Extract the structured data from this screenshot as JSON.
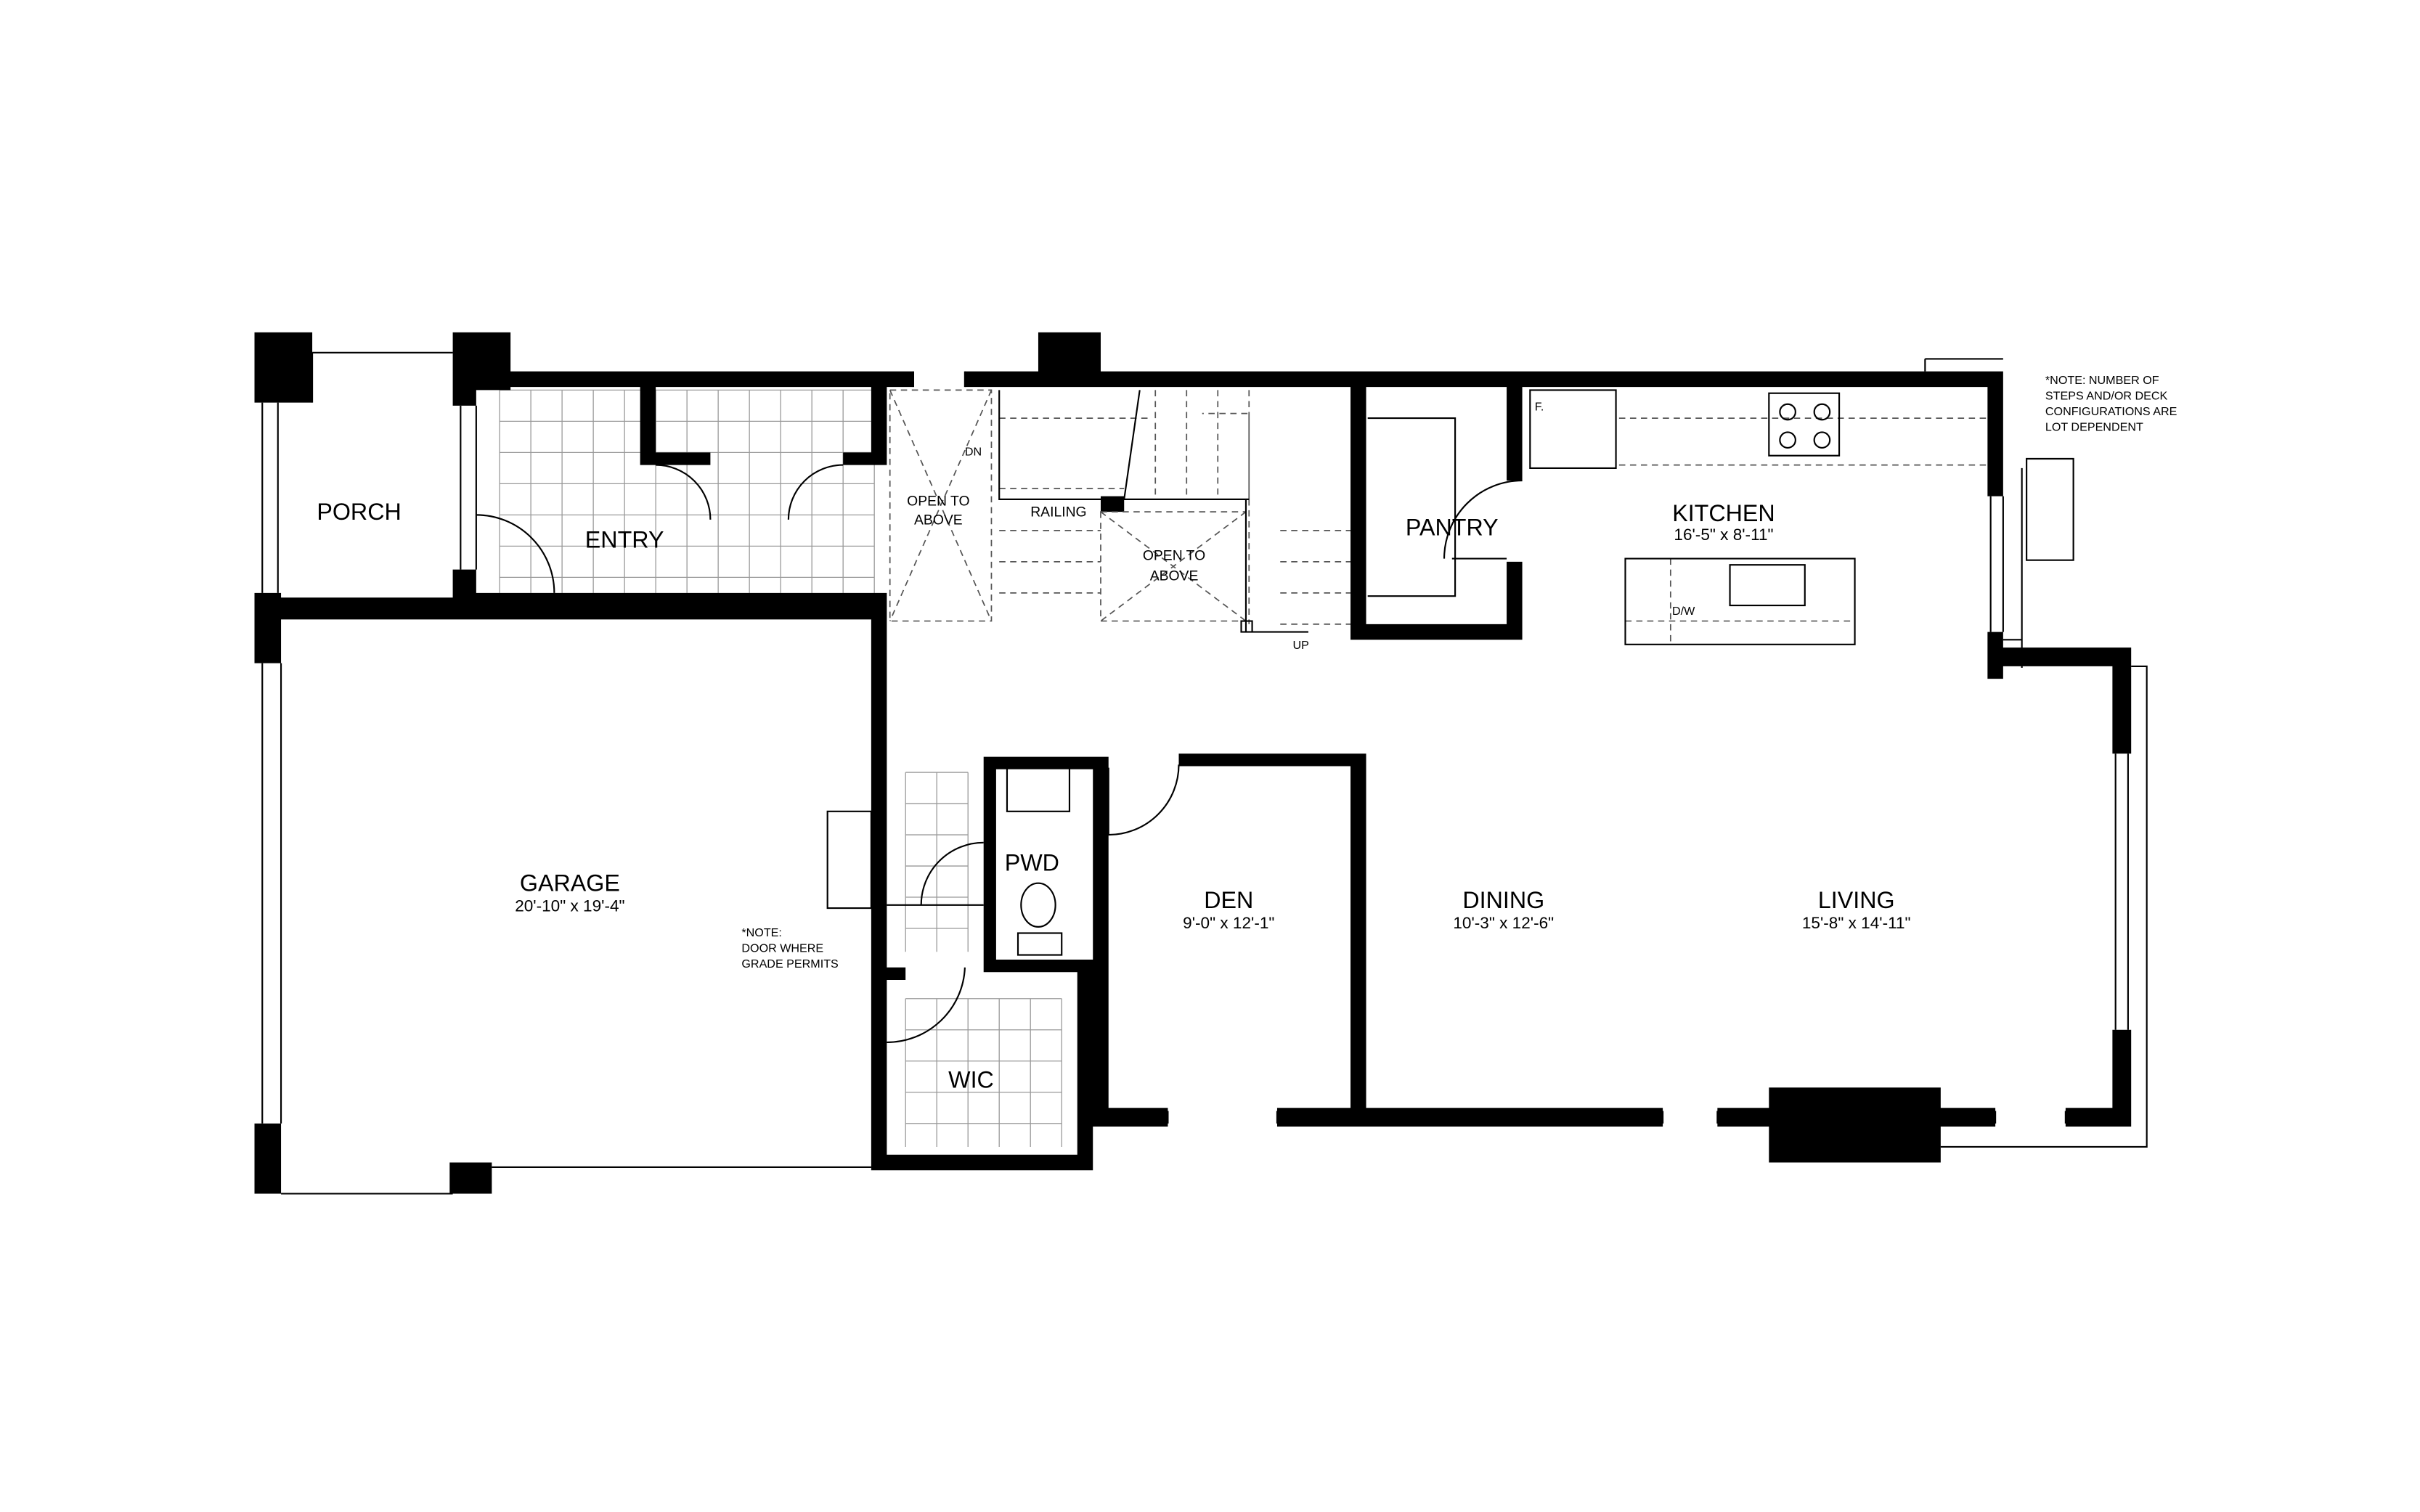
{
  "plan": {
    "rooms": {
      "porch": {
        "name": "PORCH"
      },
      "entry": {
        "name": "ENTRY"
      },
      "garage": {
        "name": "GARAGE",
        "size": "20'-10\" x 19'-4\""
      },
      "pantry": {
        "name": "PANTRY"
      },
      "kitchen": {
        "name": "KITCHEN",
        "size": "16'-5\" x 8'-11\""
      },
      "den": {
        "name": "DEN",
        "size": "9'-0\" x 12'-1\""
      },
      "dining": {
        "name": "DINING",
        "size": "10'-3\" x 12'-6\""
      },
      "living": {
        "name": "LIVING",
        "size": "15'-8\" x 14'-11\""
      },
      "pwd": {
        "name": "PWD"
      },
      "wic": {
        "name": "WIC"
      }
    },
    "labels": {
      "open_above_1": [
        "OPEN TO",
        "ABOVE"
      ],
      "open_above_2": [
        "OPEN TO",
        "ABOVE"
      ],
      "railing": "RAILING",
      "dn": "DN",
      "up": "UP",
      "fridge": "F.",
      "dishwasher": "D/W"
    },
    "notes": {
      "garage_door": [
        "*NOTE:",
        "DOOR WHERE",
        "GRADE PERMITS"
      ],
      "deck": [
        "*NOTE: NUMBER OF",
        "STEPS AND/OR DECK",
        "CONFIGURATIONS ARE",
        "LOT DEPENDENT"
      ]
    }
  }
}
